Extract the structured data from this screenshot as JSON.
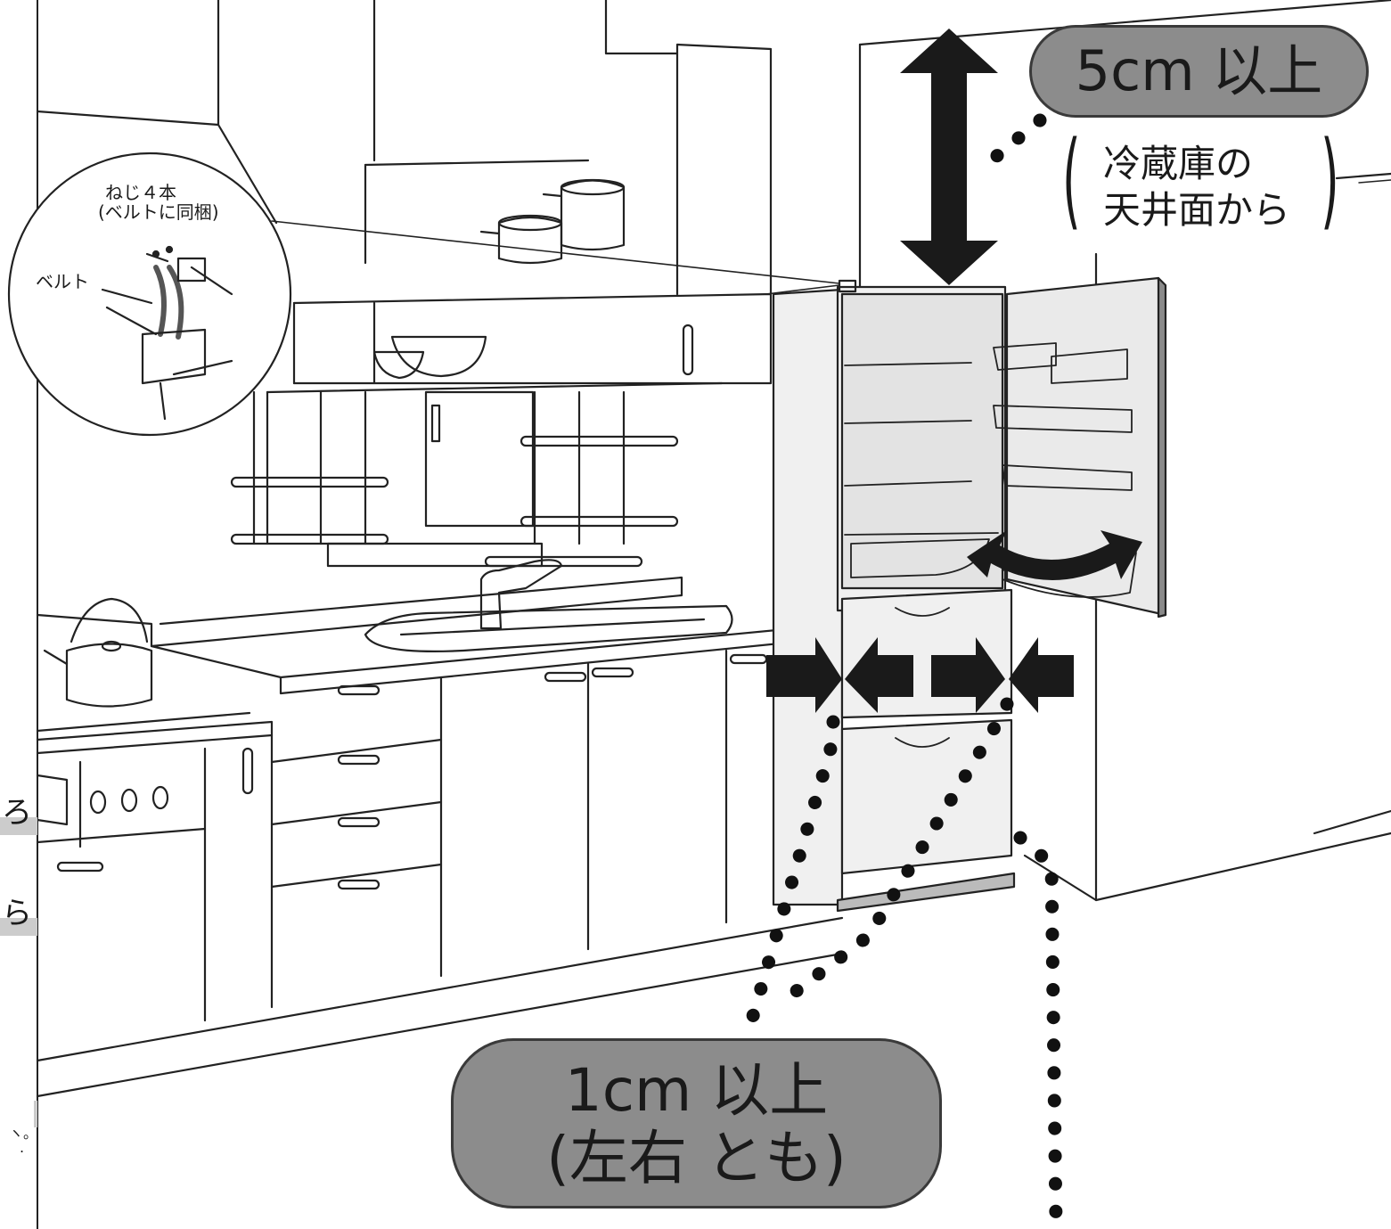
{
  "clearance": {
    "top": {
      "value": "5cm 以上",
      "note_line1": "冷蔵庫の",
      "note_line2": "天井面から"
    },
    "sides": {
      "value": "1cm 以上",
      "note": "(左右 とも)"
    }
  },
  "inset": {
    "screws": "ねじ４本",
    "screws_note": "(ベルトに同梱)",
    "belt": "ベルト"
  },
  "margin_fragments": [
    "ろ",
    "ら",
    "ヽ。",
    "."
  ],
  "colors": {
    "pill": "#8c8c8c",
    "arrow": "#1a1a1a",
    "line": "#222222"
  }
}
